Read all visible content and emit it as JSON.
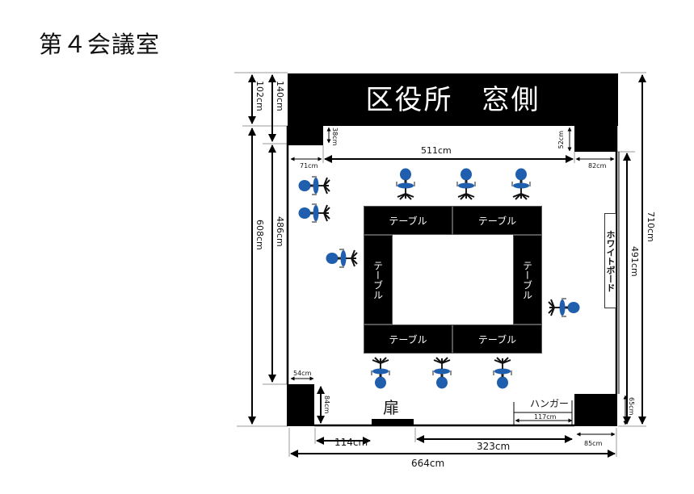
{
  "title": "第４会議室",
  "window_band": "区役所　窓側",
  "door_label": "扉",
  "hanger_label": "ハンガー",
  "whiteboard_label": "ホワイトボード",
  "tables": [
    "テーブル",
    "テーブル",
    "テーブル",
    "テーブル",
    "テーブル",
    "テーブル"
  ],
  "dimensions": {
    "left_102": "102cm",
    "left_140": "140cm",
    "left_608": "608cm",
    "left_486": "486cm",
    "top_38": "38cm",
    "top_511": "511cm",
    "top_71": "71cm",
    "top_52": "52cm",
    "top_82": "82cm",
    "right_710": "710cm",
    "right_491": "491cm",
    "right_65": "65cm",
    "bottom_54": "54cm",
    "bottom_84": "84cm",
    "bottom_114": "114cm",
    "bottom_323": "323cm",
    "bottom_85": "85cm",
    "bottom_117": "117cm",
    "bottom_664": "664cm"
  },
  "colors": {
    "chair_blue": "#1f5fae",
    "wall": "#000000"
  }
}
